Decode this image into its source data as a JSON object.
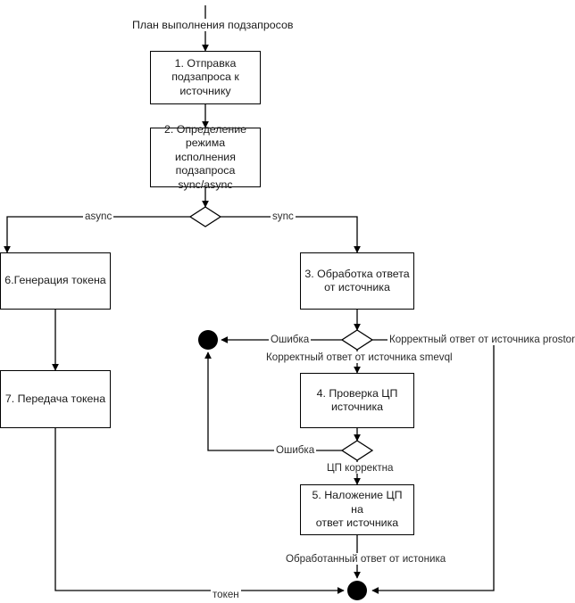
{
  "diagram": {
    "title": "План выполнения подзапросов",
    "type": "flowchart",
    "stroke_color": "#000000",
    "background_color": "#ffffff",
    "text_color": "#1a1a1a",
    "nodes": [
      {
        "id": "n1",
        "shape": "rectangle",
        "label": "1. Отправка\nподзапроса к\nисточнику"
      },
      {
        "id": "n2",
        "shape": "rectangle",
        "label": "2. Определение\nрежима исполнения\nподзапроса\nsync/async"
      },
      {
        "id": "d1",
        "shape": "diamond",
        "label": ""
      },
      {
        "id": "n6",
        "shape": "rectangle",
        "label": "6.Генерация токена"
      },
      {
        "id": "n7",
        "shape": "rectangle",
        "label": "7. Передача токена"
      },
      {
        "id": "n3",
        "shape": "rectangle",
        "label": "3. Обработка ответа\nот источника"
      },
      {
        "id": "d2",
        "shape": "diamond",
        "label": ""
      },
      {
        "id": "e1",
        "shape": "filled-circle",
        "label": ""
      },
      {
        "id": "n4",
        "shape": "rectangle",
        "label": "4. Проверка ЦП\nисточника"
      },
      {
        "id": "d3",
        "shape": "diamond",
        "label": ""
      },
      {
        "id": "n5",
        "shape": "rectangle",
        "label": "5. Наложение ЦП на\nответ источника"
      },
      {
        "id": "e2",
        "shape": "filled-circle",
        "label": ""
      }
    ],
    "edge_labels": {
      "async": "async",
      "sync": "sync",
      "error_top": "Ошибка",
      "correct_prostore": "Корректный ответ от источника prostore",
      "correct_smevql": "Корректный ответ от источника smevql",
      "error_bottom": "Ошибка",
      "cp_correct": "ЦП корректна",
      "processed_answer": "Обработанный ответ от истоника",
      "token": "токен"
    }
  }
}
